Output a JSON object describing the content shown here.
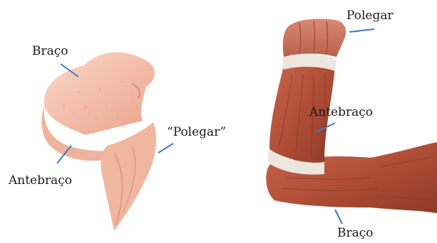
{
  "left": {
    "labels": {
      "braco": "Braço",
      "antebraco": "Antebraço",
      "polegar": "“Polegar”"
    }
  },
  "right": {
    "labels": {
      "polegar": "Polegar",
      "antebraco": "Antebraço",
      "braco": "Braço"
    }
  },
  "colors": {
    "leader_line": "#3b78c4",
    "chicken_skin": "#f4c2b0",
    "muscle": "#b5533c",
    "tendon": "#ece6df"
  },
  "images": {
    "left": "chicken-wing-photo",
    "right": "human-arm-muscle-illustration"
  }
}
